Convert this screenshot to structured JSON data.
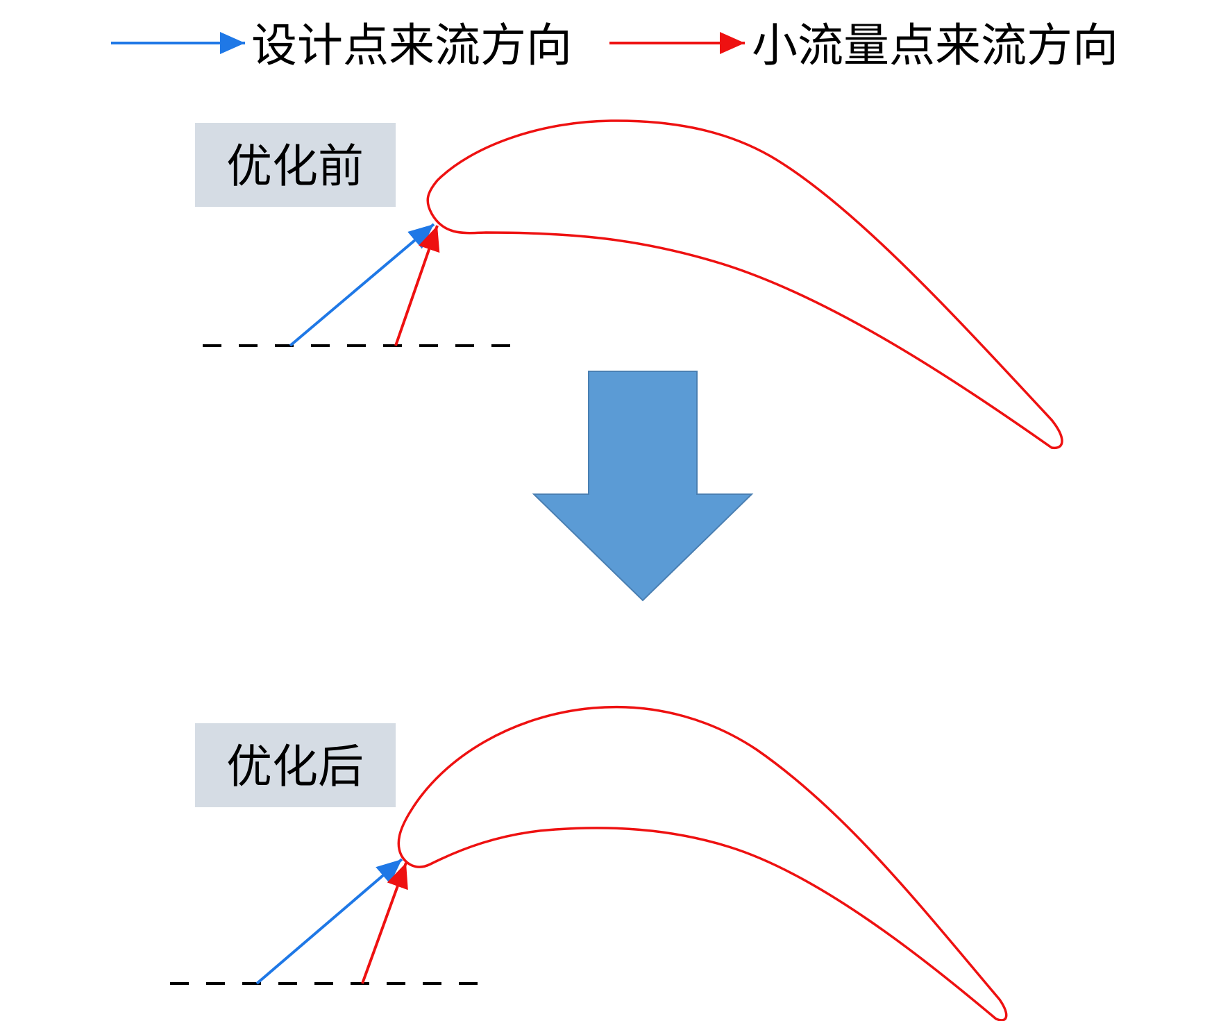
{
  "colors": {
    "design_flow": "#1f78e6",
    "low_flow": "#ee1111",
    "blade_outline": "#ee1111",
    "label_bg": "#d5dce4",
    "big_arrow_fill": "#5b9bd5",
    "big_arrow_stroke": "#4a7fb2",
    "baseline": "#000000"
  },
  "legend": {
    "design_point": {
      "label": "设计点来流方向",
      "icon": "blue-arrow-icon"
    },
    "low_flow_point": {
      "label": "小流量点来流方向",
      "icon": "red-arrow-icon"
    }
  },
  "panels": {
    "before": {
      "label": "优化前"
    },
    "after": {
      "label": "优化后"
    }
  },
  "transition": {
    "icon": "down-arrow-icon"
  }
}
